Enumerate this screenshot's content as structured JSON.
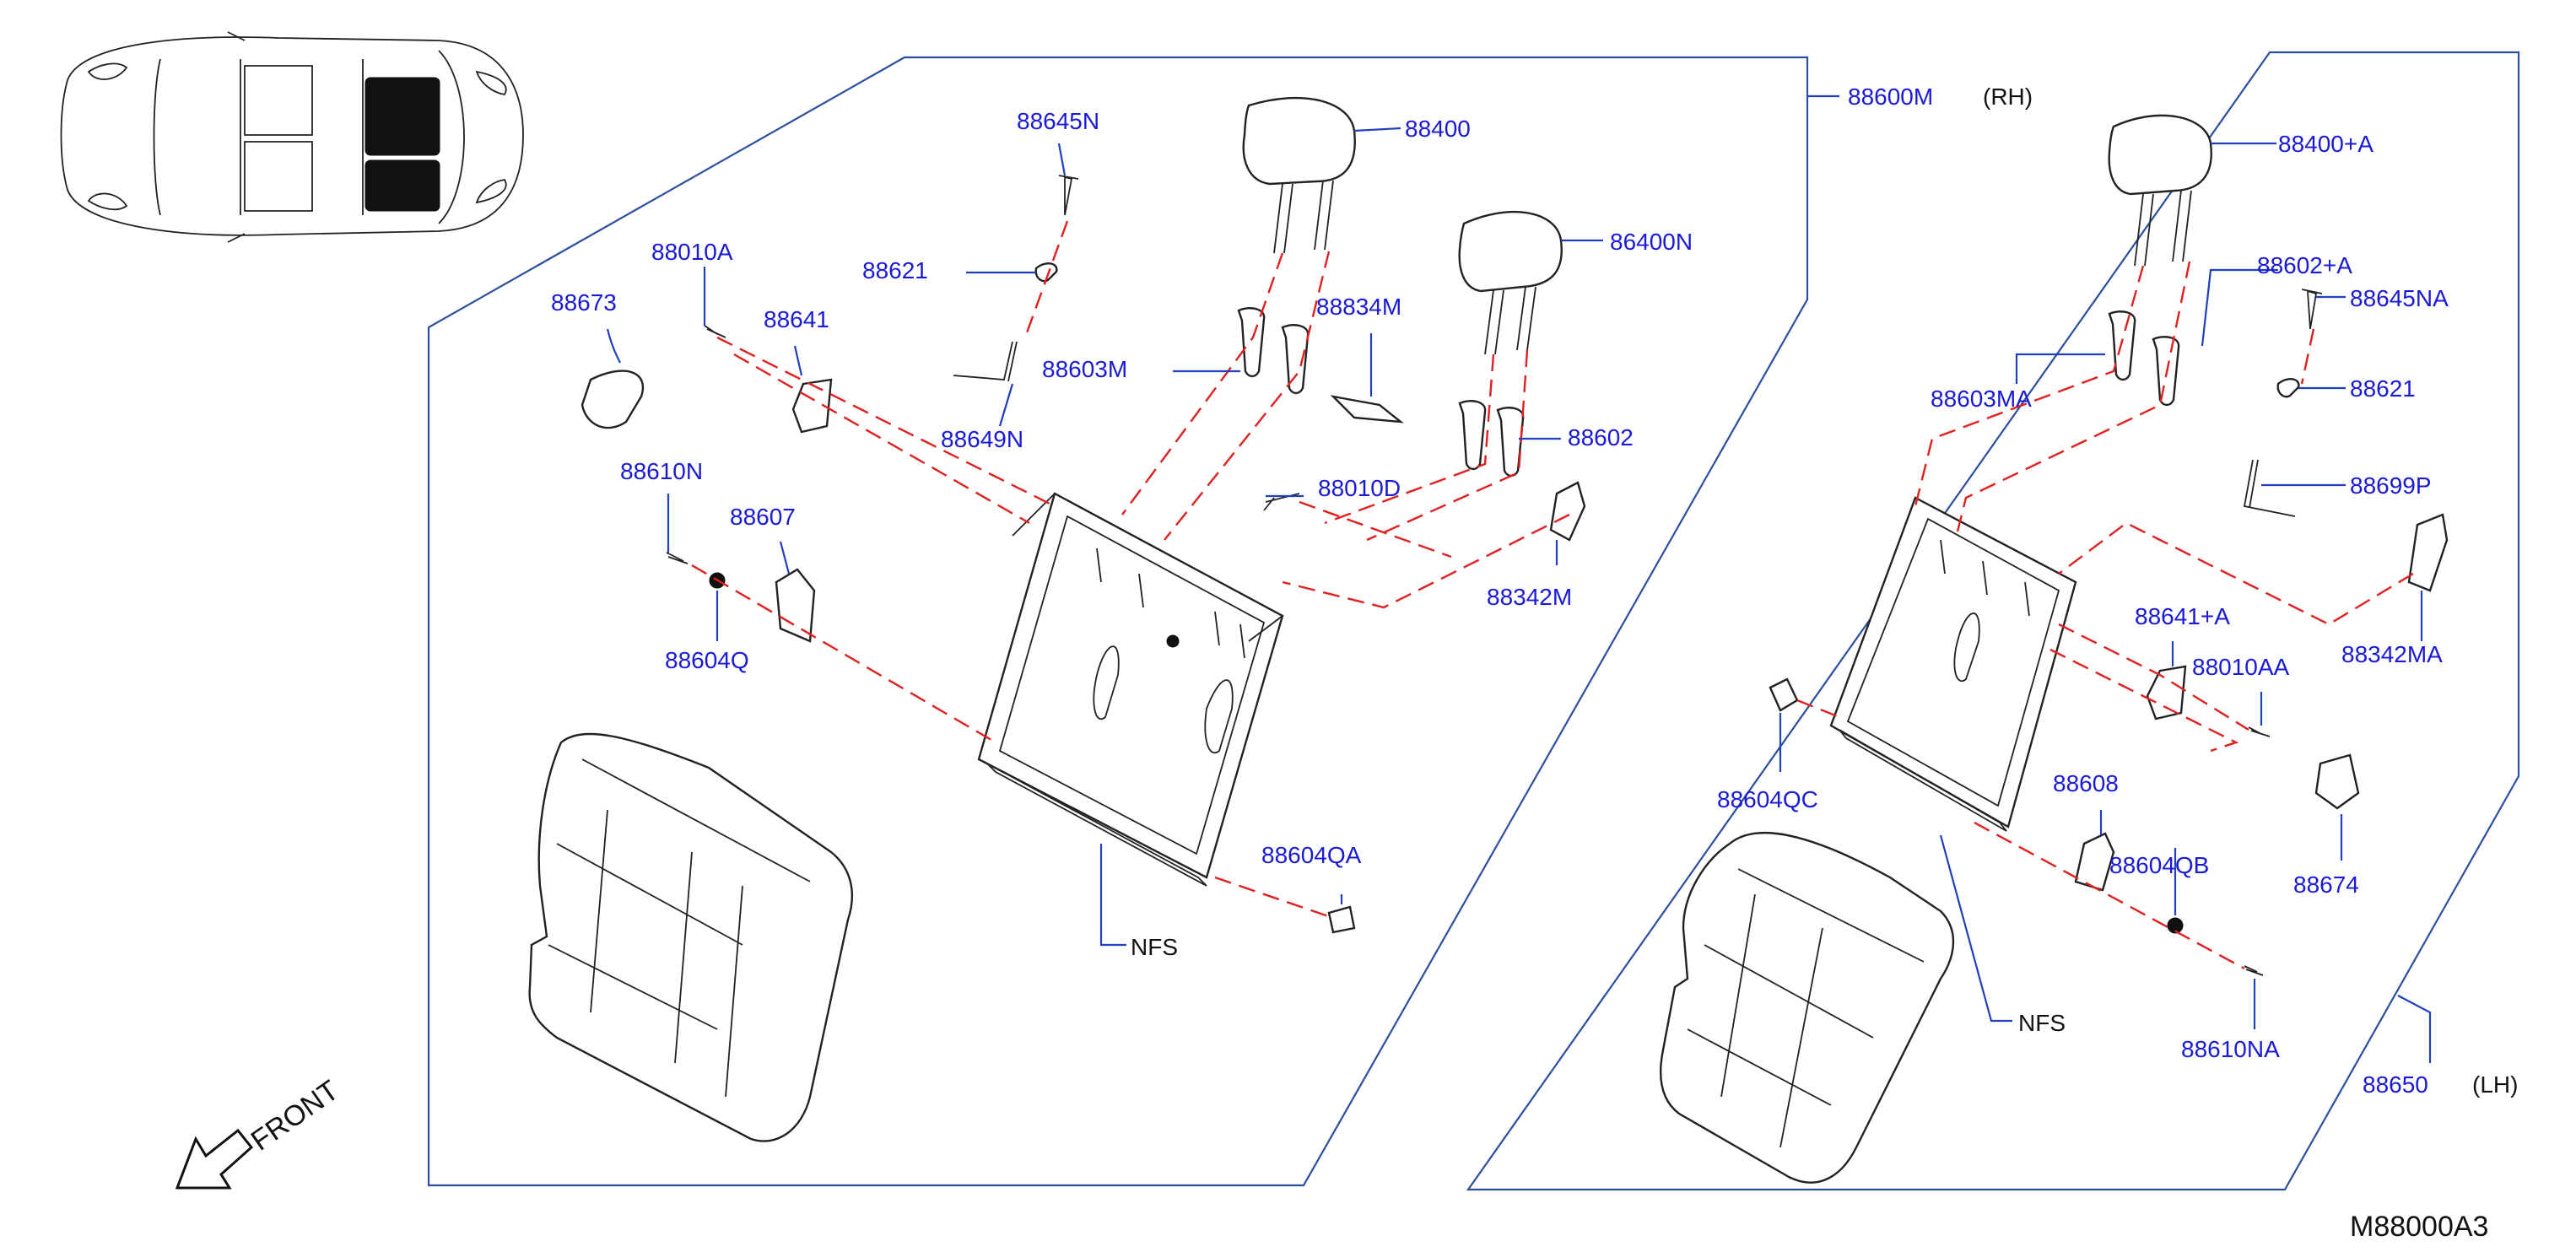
{
  "diagram_code": "M88000A3",
  "front_label": "FRONT",
  "rh": {
    "assembly_code": "88600M",
    "side_tag": "(RH)",
    "labels": {
      "p88645N": "88645N",
      "p88400": "88400",
      "p88010A": "88010A",
      "p88621": "88621",
      "p86400N": "86400N",
      "p88673": "88673",
      "p88641": "88641",
      "p88834M": "88834M",
      "p88603M": "88603M",
      "p88649N": "88649N",
      "p88602": "88602",
      "p88610N": "88610N",
      "p88010D": "88010D",
      "p88607": "88607",
      "p88342M": "88342M",
      "p88604Q": "88604Q",
      "p88604QA": "88604QA",
      "nfs": "NFS"
    }
  },
  "lh": {
    "assembly_code": "88650",
    "side_tag": "(LH)",
    "labels": {
      "p88400A": "88400+A",
      "p88602A": "88602+A",
      "p88645NA": "88645NA",
      "p88603MA": "88603MA",
      "p88621": "88621",
      "p88699P": "88699P",
      "p88641A": "88641+A",
      "p88342MA": "88342MA",
      "p88010AA": "88010AA",
      "p88604QC": "88604QC",
      "p88608": "88608",
      "p88604QB": "88604QB",
      "p88674": "88674",
      "nfs": "NFS",
      "p88610NA": "88610NA"
    }
  },
  "colors": {
    "label_blue": "#1a1ad6",
    "leader_blue": "#1f3fbf",
    "dashed_red": "#e02020",
    "line_black": "#222222"
  }
}
